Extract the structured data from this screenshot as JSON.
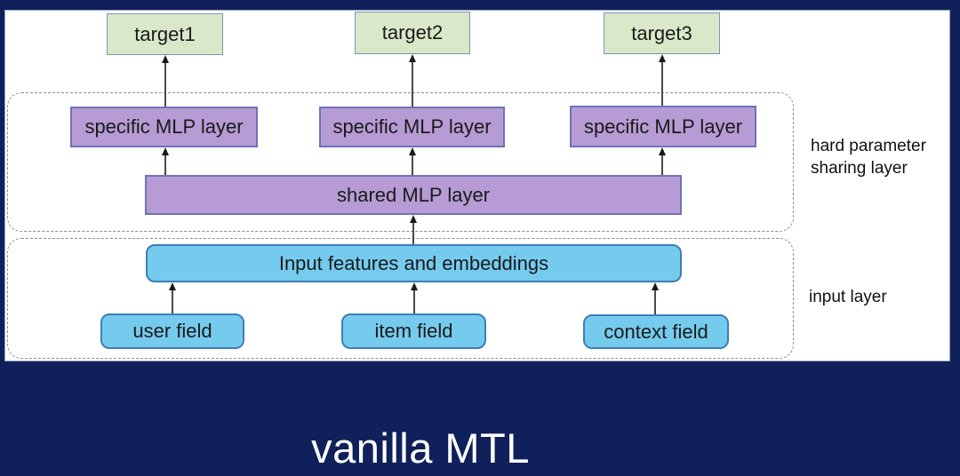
{
  "slide": {
    "caption": "vanilla MTL"
  },
  "diagram": {
    "targets": [
      "target1",
      "target2",
      "target3"
    ],
    "specific_layers": [
      "specific MLP layer",
      "specific MLP layer",
      "specific MLP layer"
    ],
    "shared_layer": "shared MLP layer",
    "input_features": "Input features and embeddings",
    "fields": [
      "user field",
      "item field",
      "context field"
    ],
    "group_labels": {
      "hard_sharing": "hard parameter sharing layer",
      "input": "input layer"
    }
  },
  "colors": {
    "background": "#10205a",
    "panel": "#ffffff",
    "panel_border": "#9aa3c2",
    "target_fill": "#d9e8c8",
    "target_border": "#7e93b4",
    "mlp_fill": "#b69bd4",
    "mlp_border": "#6d73b9",
    "field_fill": "#75cbee",
    "field_border": "#3f7db8",
    "dashed_border": "#8f8f8f",
    "arrow": "#4a4a4a",
    "text": "#1a1a1a",
    "caption_text": "#ffffff"
  }
}
